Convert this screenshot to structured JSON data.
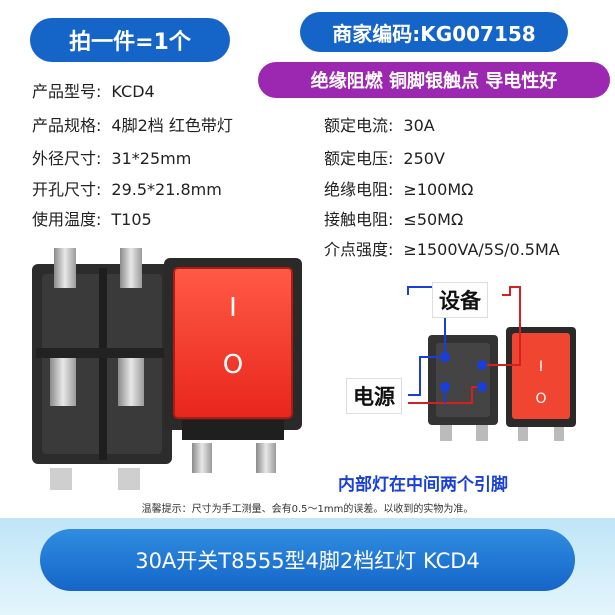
{
  "badges": {
    "quantity": "拍一件=1个",
    "merchant_code": "商家编码:KG007158",
    "features": "绝缘阻燃 铜脚银触点 导电性好"
  },
  "specs_left": [
    {
      "label": "产品型号:",
      "value": "KCD4"
    },
    {
      "label": "产品规格:",
      "value": "4脚2档 红色带灯"
    },
    {
      "label": "外径尺寸:",
      "value": "31*25mm"
    },
    {
      "label": "开孔尺寸:",
      "value": "29.5*21.8mm"
    },
    {
      "label": "使用温度:",
      "value": "T105"
    }
  ],
  "specs_right": [
    {
      "label": "额定电流:",
      "value": "30A"
    },
    {
      "label": "额定电压:",
      "value": "250V"
    },
    {
      "label": "绝缘电阻:",
      "value": "≥100MΩ"
    },
    {
      "label": "接触电阻:",
      "value": "≤50MΩ"
    },
    {
      "label": "介点强度:",
      "value": "≥1500VA/5S/0.5MA"
    }
  ],
  "switch_symbols": {
    "on": "I",
    "off": "O"
  },
  "diagram": {
    "device_label": "设备",
    "power_label": "电源",
    "internal_note": "内部灯在中间两个引脚"
  },
  "tip": "温馨提示：尺寸为手工测量、会有0.5～1mm的误差。以收到的实物为准。",
  "footer_title": "30A开关T8555型4脚2档红灯 KCD4",
  "colors": {
    "blue_pill": "#1565c8",
    "purple_pill": "#9c27b0",
    "switch_red": "#f23a2a",
    "wire_red": "#d42020",
    "wire_blue": "#1a3fd6"
  }
}
